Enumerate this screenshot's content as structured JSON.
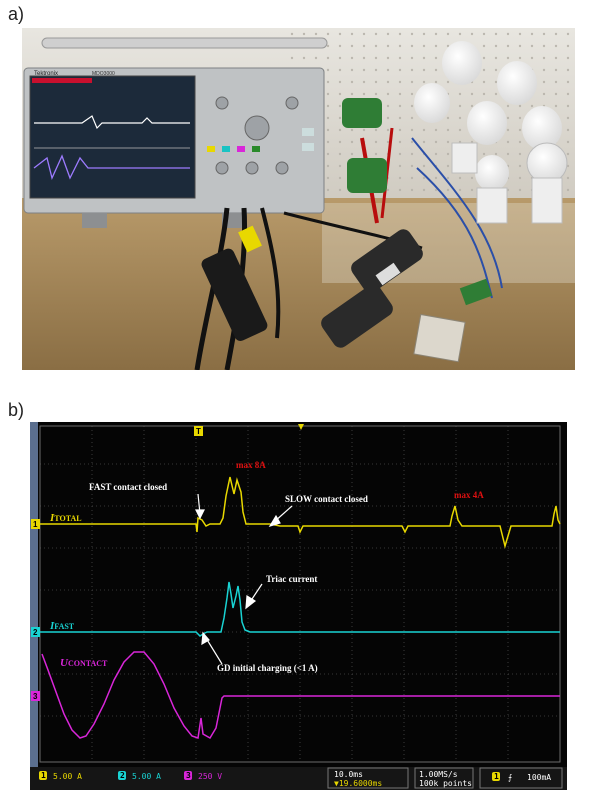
{
  "panels": {
    "a": {
      "label": "a)"
    },
    "b": {
      "label": "b)"
    }
  },
  "photo": {
    "scope_brand": "Tektronix",
    "scope_model": "MDO3000"
  },
  "scope": {
    "colors": {
      "ch1": "#e8d800",
      "ch2": "#19d3d3",
      "ch3": "#d926d9",
      "annot_red": "#e01010",
      "annot_white": "#ffffff",
      "grid": "#555555"
    },
    "trigger_marker": "T",
    "channels": {
      "ch1": {
        "marker": "1",
        "label_main": "I",
        "label_sub": "TOTAL"
      },
      "ch2": {
        "marker": "2",
        "label_main": "I",
        "label_sub": "FAST"
      },
      "ch3": {
        "marker": "3",
        "label_main": "U",
        "label_sub": "CONTACT"
      }
    },
    "annotations": {
      "max8": "max 8A",
      "max4": "max 4A",
      "fast_closed": "FAST contact closed",
      "slow_closed": "SLOW contact closed",
      "triac": "Triac current",
      "gd": "GD initial charging (<1 A)"
    },
    "readout": {
      "ch1_num": "1",
      "ch1_scale": "5.00 A",
      "ch2_num": "2",
      "ch2_scale": "5.00 A",
      "ch3_num": "3",
      "ch3_scale": "250 V",
      "timebase": "10.0ms",
      "position": "▼19.6000ms",
      "sample_rate": "1.00MS/s",
      "record": "100k points",
      "trig_num": "1",
      "trig_slope": "⨍",
      "trig_level": "100mA"
    }
  }
}
